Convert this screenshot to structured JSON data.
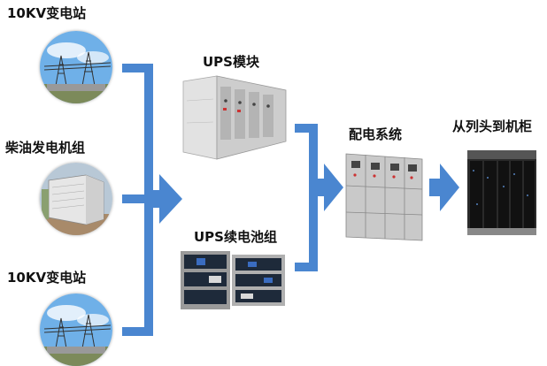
{
  "sources": {
    "substation_top": "10KV变电站",
    "diesel": "柴油发电机组",
    "substation_bottom": "10KV变电站"
  },
  "ups_module": "UPS模块",
  "ups_battery": "UPS续电池组",
  "distribution": "配电系统",
  "cabinet": "从列头到机柜",
  "colors": {
    "arrow": "#4a86d0",
    "sky": "#5aa0e0",
    "cabinet_grey": "#d8d8d8",
    "server_dark": "#1c1c1c"
  }
}
